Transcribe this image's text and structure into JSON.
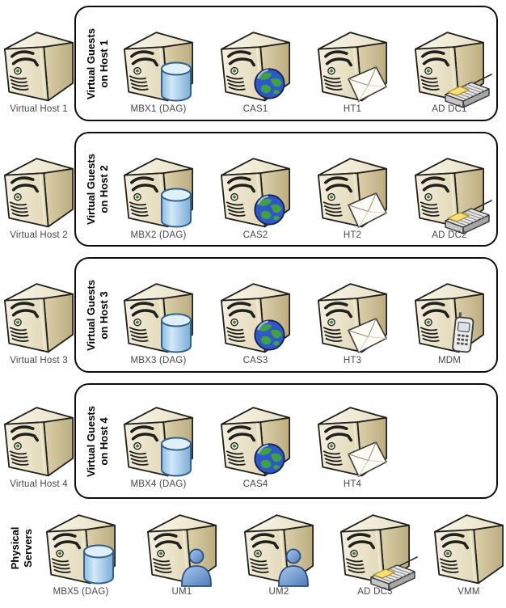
{
  "hosts": [
    {
      "label": "Virtual Host 1",
      "icon": "none"
    },
    {
      "label": "Virtual Host 2",
      "icon": "none"
    },
    {
      "label": "Virtual Host 3",
      "icon": "none"
    },
    {
      "label": "Virtual Host 4",
      "icon": "none"
    }
  ],
  "groups": [
    {
      "title_line1": "Virtual Guests",
      "title_line2": "on Host 1",
      "guests": [
        {
          "label": "MBX1 (DAG)",
          "icon": "database"
        },
        {
          "label": "CAS1",
          "icon": "globe"
        },
        {
          "label": "HT1",
          "icon": "envelope"
        },
        {
          "label": "AD DC1",
          "icon": "directory"
        }
      ]
    },
    {
      "title_line1": "Virtual Guests",
      "title_line2": "on Host 2",
      "guests": [
        {
          "label": "MBX2 (DAG)",
          "icon": "database"
        },
        {
          "label": "CAS2",
          "icon": "globe"
        },
        {
          "label": "HT2",
          "icon": "envelope"
        },
        {
          "label": "AD DC2",
          "icon": "directory"
        }
      ]
    },
    {
      "title_line1": "Virtual Guests",
      "title_line2": "on Host 3",
      "guests": [
        {
          "label": "MBX3 (DAG)",
          "icon": "database"
        },
        {
          "label": "CAS3",
          "icon": "globe"
        },
        {
          "label": "HT3",
          "icon": "envelope"
        },
        {
          "label": "MDM",
          "icon": "phone"
        }
      ]
    },
    {
      "title_line1": "Virtual Guests",
      "title_line2": "on Host 4",
      "guests": [
        {
          "label": "MBX4 (DAG)",
          "icon": "database"
        },
        {
          "label": "CAS4",
          "icon": "globe"
        },
        {
          "label": "HT4",
          "icon": "envelope"
        }
      ]
    }
  ],
  "physical": {
    "title_line1": "Physical",
    "title_line2": "Servers",
    "servers": [
      {
        "label": "MBX5 (DAG)",
        "icon": "database"
      },
      {
        "label": "UM1",
        "icon": "person"
      },
      {
        "label": "UM2",
        "icon": "person"
      },
      {
        "label": "AD DC3",
        "icon": "directory"
      },
      {
        "label": "VMM",
        "icon": "none"
      }
    ]
  },
  "colors": {
    "server_front": "#EDE6CF",
    "server_side": "#D5C8A2",
    "server_top": "#F4F0E0",
    "outline": "#1F1F1B",
    "box_border": "#0D0D0D",
    "database_blue": "#9CC6E8",
    "globe_ocean": "#2E57C8",
    "globe_land": "#3FA044",
    "envelope_white": "#FCFBF4",
    "directory_gray": "#E6E6E6",
    "directory_sheet_yellow": "#F6E07E",
    "person_blue": "#6D9BD4",
    "label_text": "#474747"
  }
}
